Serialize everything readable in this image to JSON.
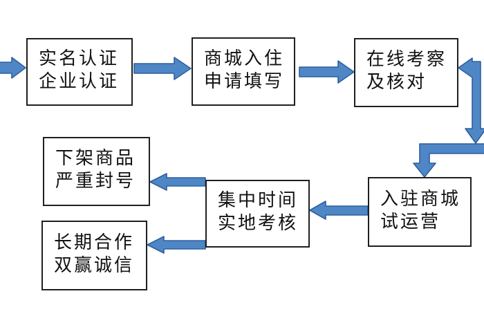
{
  "colors": {
    "background": "#ffffff",
    "box_border": "#1f1f1f",
    "box_bg": "#ffffff",
    "text": "#111111",
    "arrow_fill": "#4f86c6",
    "arrow_stroke": "#2f5f9e"
  },
  "flowchart": {
    "title": "",
    "boxes": [
      {
        "id": "real-name-certification",
        "line1": "实名认证",
        "line2": "企业认证"
      },
      {
        "id": "mall-entry-application",
        "line1": "商城入住",
        "line2": "申请填写"
      },
      {
        "id": "online-review",
        "line1": "在线考察",
        "line2": "及核对"
      },
      {
        "id": "mall-trial-operation",
        "line1": "入驻商城",
        "line2": "试运营"
      },
      {
        "id": "onsite-assessment",
        "line1": "集中时间",
        "line2": "实地考核"
      },
      {
        "id": "delist-and-ban",
        "line1": "下架商品",
        "line2": "严重封号"
      },
      {
        "id": "long-term-cooperation",
        "line1": "长期合作",
        "line2": "双赢诚信"
      }
    ],
    "connections": [
      {
        "from": "start-left-edge",
        "to": "real-name-certification",
        "direction": "right"
      },
      {
        "from": "real-name-certification",
        "to": "mall-entry-application",
        "direction": "right"
      },
      {
        "from": "mall-entry-application",
        "to": "online-review",
        "direction": "right"
      },
      {
        "from": "online-review",
        "to": "elbow-down",
        "direction": "left-and-down",
        "note": "double-headed elbow connector at right side"
      },
      {
        "from": "right-edge",
        "to": "mall-trial-operation",
        "direction": "left-then-down"
      },
      {
        "from": "mall-trial-operation",
        "to": "onsite-assessment",
        "direction": "left"
      },
      {
        "from": "onsite-assessment",
        "to": "delist-and-ban",
        "direction": "left"
      },
      {
        "from": "onsite-assessment",
        "to": "long-term-cooperation",
        "direction": "left"
      }
    ]
  }
}
